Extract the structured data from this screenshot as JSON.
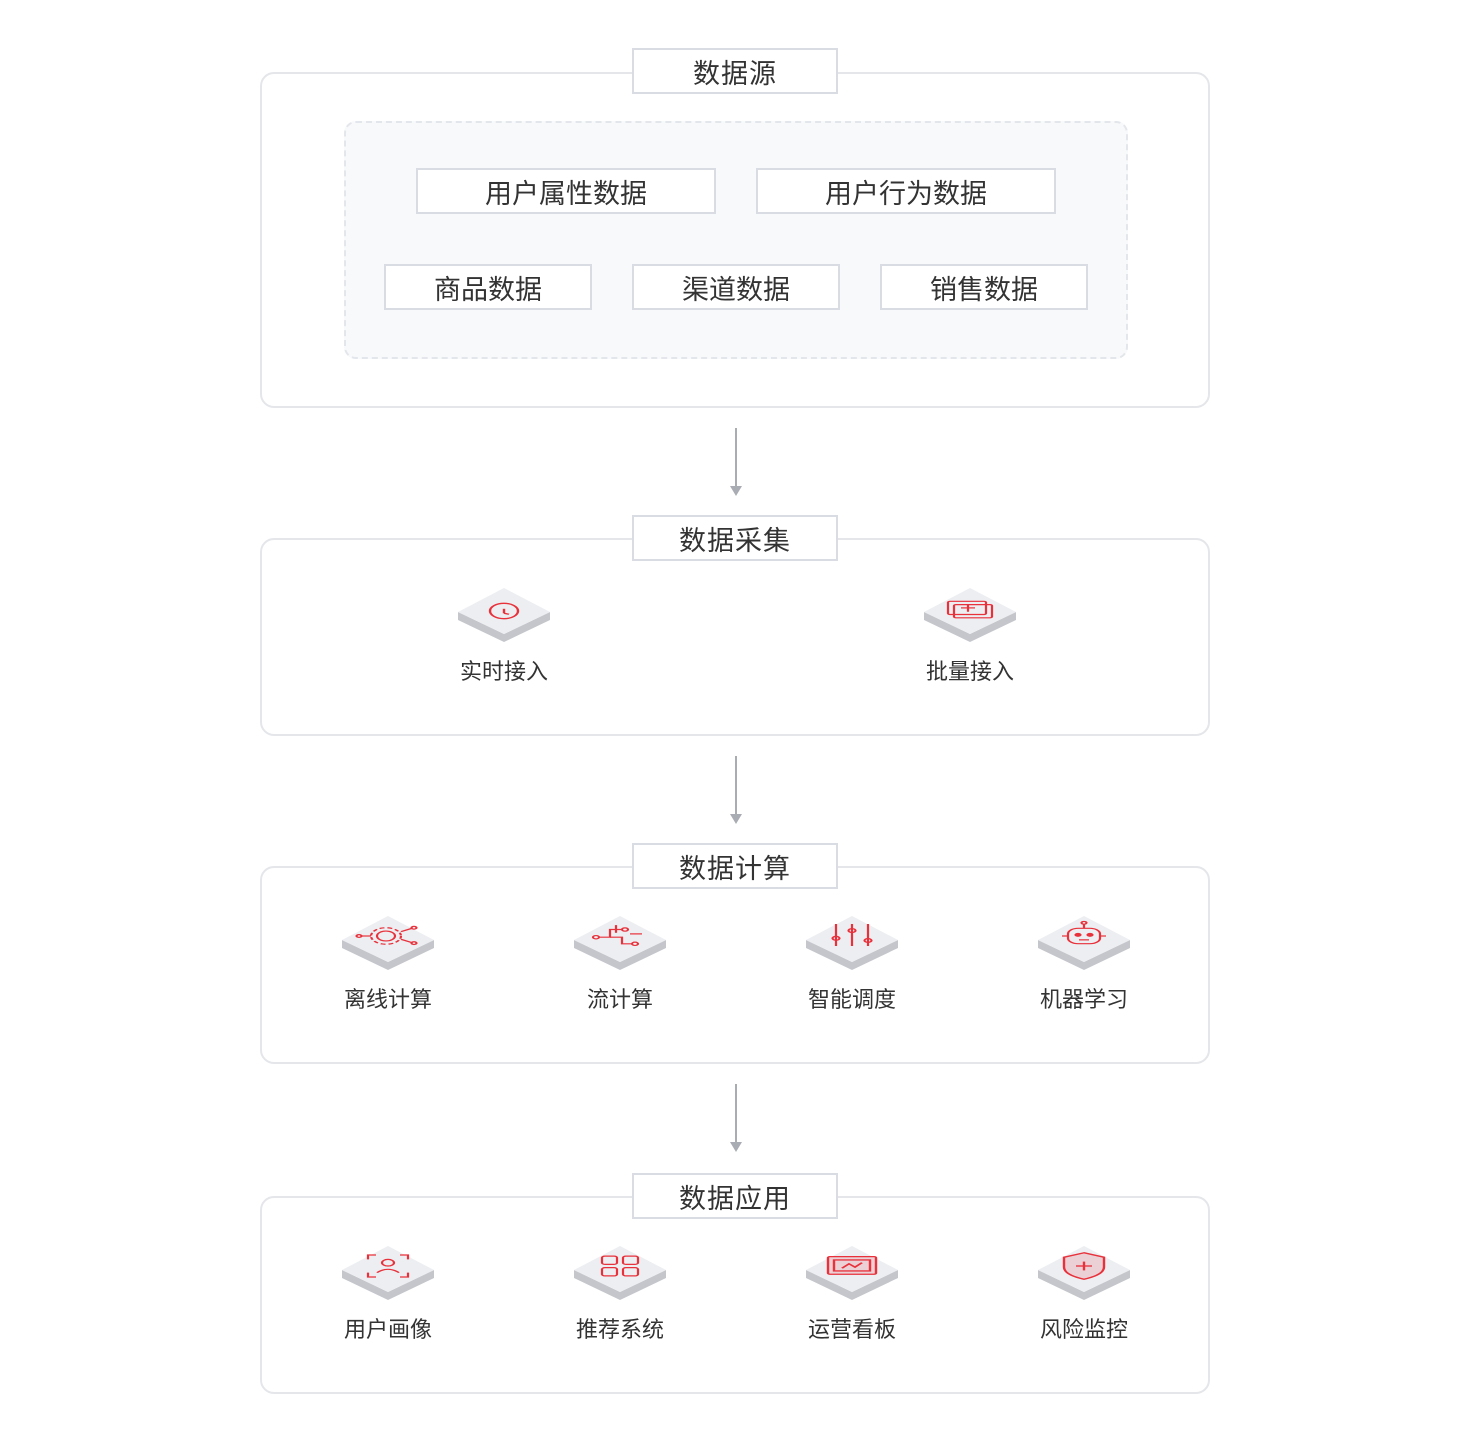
{
  "accent_color": "#e8313b",
  "sections": {
    "source": {
      "title": "数据源",
      "items": [
        "用户属性数据",
        "用户行为数据",
        "商品数据",
        "渠道数据",
        "销售数据"
      ]
    },
    "collect": {
      "title": "数据采集",
      "items": [
        {
          "label": "实时接入",
          "icon": "timer-icon"
        },
        {
          "label": "批量接入",
          "icon": "stacked-cards-icon"
        }
      ]
    },
    "compute": {
      "title": "数据计算",
      "items": [
        {
          "label": "离线计算",
          "icon": "gear-circuit-icon"
        },
        {
          "label": "流计算",
          "icon": "flow-nodes-icon"
        },
        {
          "label": "智能调度",
          "icon": "sliders-icon"
        },
        {
          "label": "机器学习",
          "icon": "robot-icon"
        }
      ]
    },
    "apply": {
      "title": "数据应用",
      "items": [
        {
          "label": "用户画像",
          "icon": "user-profile-icon"
        },
        {
          "label": "推荐系统",
          "icon": "grid-cubes-icon"
        },
        {
          "label": "运营看板",
          "icon": "chart-board-icon"
        },
        {
          "label": "风险监控",
          "icon": "shield-plus-icon"
        }
      ]
    }
  }
}
